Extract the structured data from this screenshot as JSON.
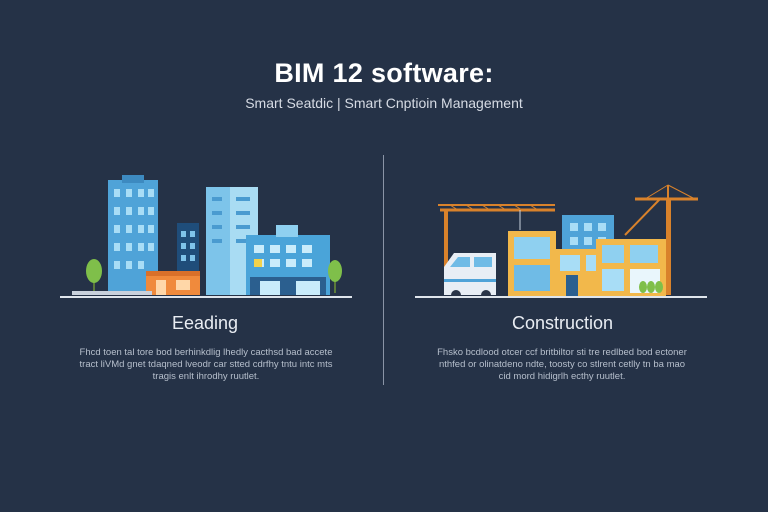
{
  "header": {
    "title": "BIM 12 software:",
    "subtitle": "Smart Seatdic | Smart Cnptioin Management"
  },
  "left_panel": {
    "label": "Eeading",
    "description": "Fhcd toen tal tore bod berhinkdlig lhedly cacthsd bad accete tract liVMd gnet tdaqned lveodr car stted cdrfhy tntu intc mts tragis enlt ihrodhy ruutlet.",
    "icon": "city-buildings-icon"
  },
  "right_panel": {
    "label": "Construction",
    "description": "Fhsko bcdlood otcer ccf britbiltor sti tre redlbed bod ectoner nthfed or olinatdeno ndte, toosty co stlrent cetlly tn ba mao cid mord hidigrlh ecthy ruutlet.",
    "icon": "construction-crane-icon"
  },
  "colors": {
    "background": "#253247",
    "building_blue": "#4fa3d8",
    "building_light": "#8fd0f0",
    "accent_orange": "#f08a3c",
    "accent_yellow": "#f2b84b",
    "crane": "#d9822b"
  }
}
